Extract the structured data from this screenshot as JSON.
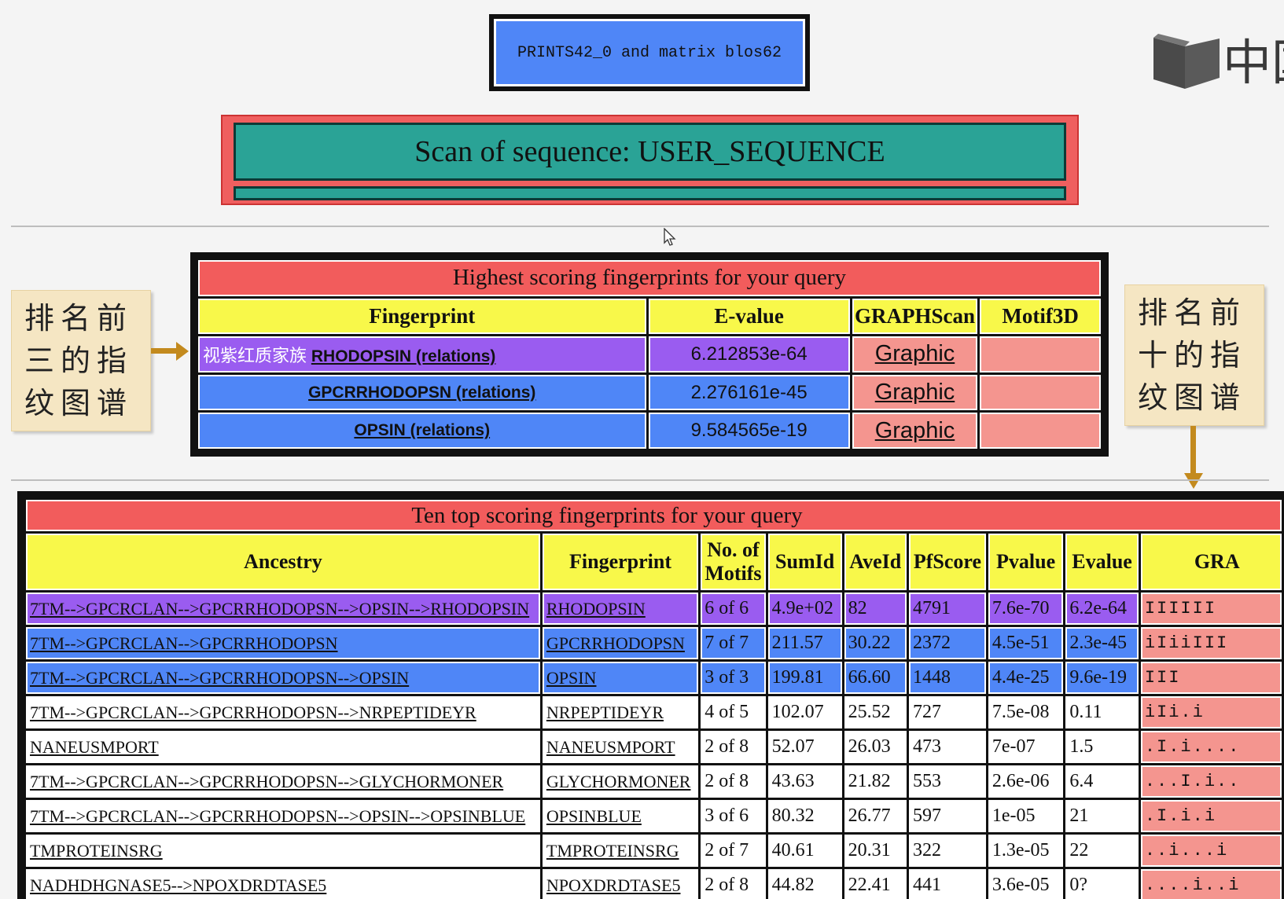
{
  "db_banner": "PRINTS42_0 and matrix blos62",
  "logo_text": "中国",
  "scan_title": "Scan of sequence: USER_SEQUENCE",
  "callout_left": [
    "排名前",
    "三的指",
    "纹图谱"
  ],
  "callout_right": [
    "排名前",
    "十的指",
    "纹图谱"
  ],
  "highest": {
    "caption": "Highest scoring fingerprints for your query",
    "headers": [
      "Fingerprint",
      "E-value",
      "GRAPHScan",
      "Motif3D"
    ],
    "rows": [
      {
        "prefix": "视紫红质家族",
        "fingerprint": "RHODOPSIN (relations)",
        "evalue": "6.212853e-64",
        "graphic": "Graphic"
      },
      {
        "prefix": "",
        "fingerprint": "GPCRRHODOPSN (relations)",
        "evalue": "2.276161e-45",
        "graphic": "Graphic"
      },
      {
        "prefix": "",
        "fingerprint": "OPSIN (relations)",
        "evalue": "9.584565e-19",
        "graphic": "Graphic"
      }
    ]
  },
  "ten": {
    "caption": "Ten top scoring fingerprints for your query",
    "headers": [
      "Ancestry",
      "Fingerprint",
      "No. of Motifs",
      "SumId",
      "AveId",
      "PfScore",
      "Pvalue",
      "Evalue",
      "GRA"
    ],
    "rows": [
      {
        "ancestry": "7TM-->GPCRCLAN-->GPCRRHODOPSN-->OPSIN-->RHODOPSIN",
        "fingerprint": "RHODOPSIN",
        "motifs": "6 of 6",
        "sumid": "4.9e+02",
        "aveid": "82",
        "pfscore": "4791",
        "pvalue": "7.6e-70",
        "evalue": "6.2e-64",
        "gra": "IIIIII"
      },
      {
        "ancestry": "7TM-->GPCRCLAN-->GPCRRHODOPSN",
        "fingerprint": "GPCRRHODOPSN",
        "motifs": "7 of 7",
        "sumid": "211.57",
        "aveid": "30.22",
        "pfscore": "2372",
        "pvalue": "4.5e-51",
        "evalue": "2.3e-45",
        "gra": "iIiiIII"
      },
      {
        "ancestry": "7TM-->GPCRCLAN-->GPCRRHODOPSN-->OPSIN",
        "fingerprint": "OPSIN",
        "motifs": "3 of 3",
        "sumid": "199.81",
        "aveid": "66.60",
        "pfscore": "1448",
        "pvalue": "4.4e-25",
        "evalue": "9.6e-19",
        "gra": "III"
      },
      {
        "ancestry": "7TM-->GPCRCLAN-->GPCRRHODOPSN-->NRPEPTIDEYR",
        "fingerprint": "NRPEPTIDEYR",
        "motifs": "4 of 5",
        "sumid": "102.07",
        "aveid": "25.52",
        "pfscore": "727",
        "pvalue": "7.5e-08",
        "evalue": "0.11",
        "gra": "iIi.i"
      },
      {
        "ancestry": "NANEUSMPORT",
        "fingerprint": "NANEUSMPORT",
        "motifs": "2 of 8",
        "sumid": "52.07",
        "aveid": "26.03",
        "pfscore": "473",
        "pvalue": "7e-07",
        "evalue": "1.5",
        "gra": ".I.i...."
      },
      {
        "ancestry": "7TM-->GPCRCLAN-->GPCRRHODOPSN-->GLYCHORMONER",
        "fingerprint": "GLYCHORMONER",
        "motifs": "2 of 8",
        "sumid": "43.63",
        "aveid": "21.82",
        "pfscore": "553",
        "pvalue": "2.6e-06",
        "evalue": "6.4",
        "gra": "...I.i.."
      },
      {
        "ancestry": "7TM-->GPCRCLAN-->GPCRRHODOPSN-->OPSIN-->OPSINBLUE",
        "fingerprint": "OPSINBLUE",
        "motifs": "3 of 6",
        "sumid": "80.32",
        "aveid": "26.77",
        "pfscore": "597",
        "pvalue": "1e-05",
        "evalue": "21",
        "gra": ".I.i.i"
      },
      {
        "ancestry": "TMPROTEINSRG",
        "fingerprint": "TMPROTEINSRG",
        "motifs": "2 of 7",
        "sumid": "40.61",
        "aveid": "20.31",
        "pfscore": "322",
        "pvalue": "1.3e-05",
        "evalue": "22",
        "gra": "..i...i"
      },
      {
        "ancestry": "NADHDHGNASE5-->NPOXDRDTASE5",
        "fingerprint": "NPOXDRDTASE5",
        "motifs": "2 of 8",
        "sumid": "44.82",
        "aveid": "22.41",
        "pfscore": "441",
        "pvalue": "3.6e-05",
        "evalue": "0?",
        "gra": "....i..i"
      }
    ]
  }
}
